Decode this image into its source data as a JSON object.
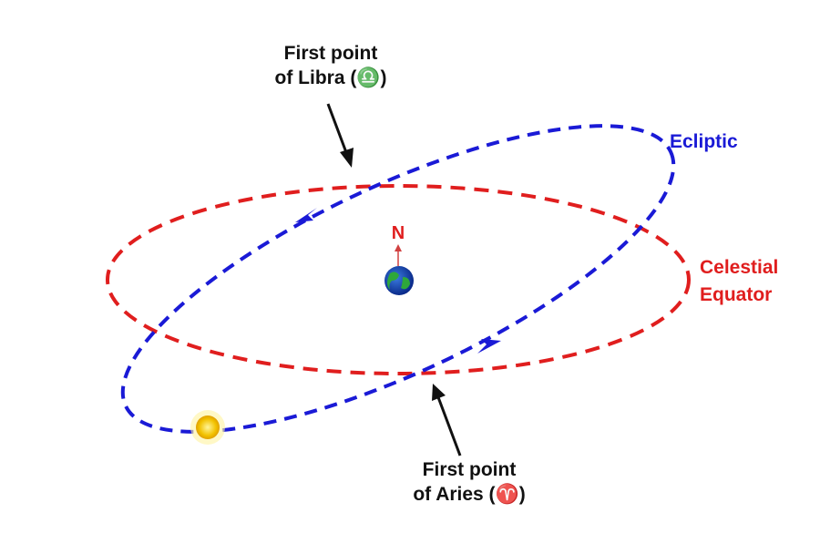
{
  "labels": {
    "libra_line1": "First point",
    "libra_line2": "of Libra (♎)",
    "aries_line1": "First point",
    "aries_line2": "of Aries (♈)",
    "ecliptic": "Ecliptic",
    "equator_line1": "Celestial",
    "equator_line2": "Equator",
    "north": "N"
  },
  "colors": {
    "ecliptic": "#1a1ad6",
    "equator": "#e01e1e",
    "text": "#111111"
  },
  "icons": [
    "earth-icon",
    "sun-icon",
    "north-arrow-icon"
  ]
}
